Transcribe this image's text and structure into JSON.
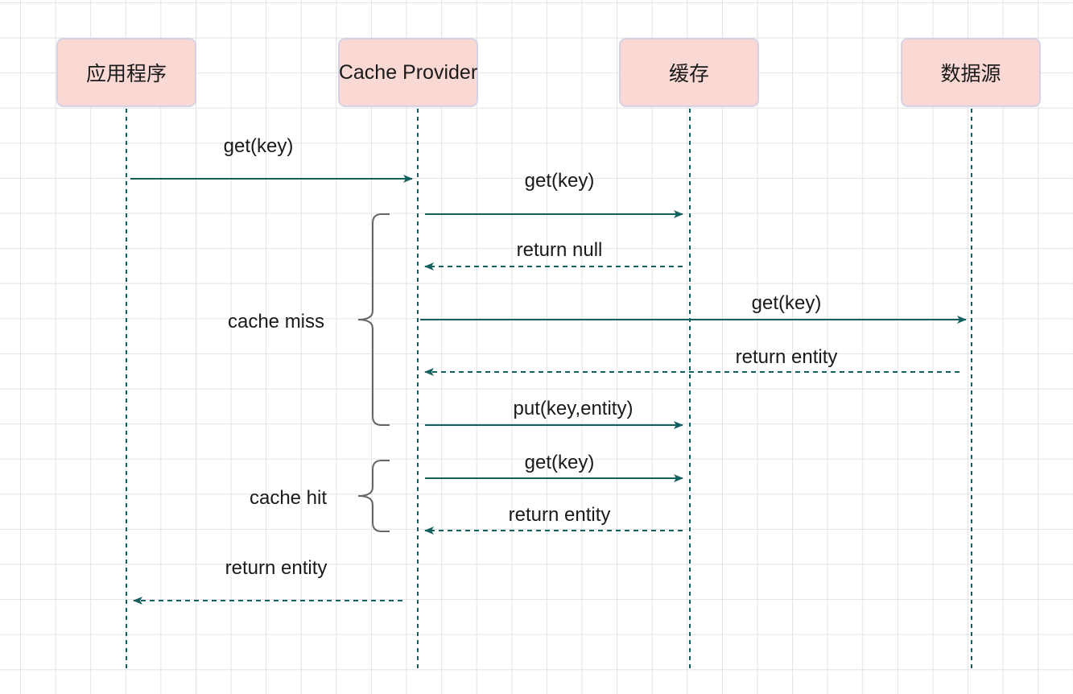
{
  "participants": {
    "app": "应用程序",
    "provider": "Cache Provider",
    "cache": "缓存",
    "datasource": "数据源"
  },
  "messages": {
    "m1": "get(key)",
    "m2": "get(key)",
    "m3": "return null",
    "m4": "get(key)",
    "m5": "return entity",
    "m6": "put(key,entity)",
    "m7": "get(key)",
    "m8": "return entity",
    "m9": "return entity"
  },
  "groups": {
    "miss": "cache miss",
    "hit": "cache hit"
  },
  "colors": {
    "line": "#12605f",
    "actor_fill": "#fad9d5",
    "actor_border": "#d6d2e6",
    "brace": "#666666"
  }
}
